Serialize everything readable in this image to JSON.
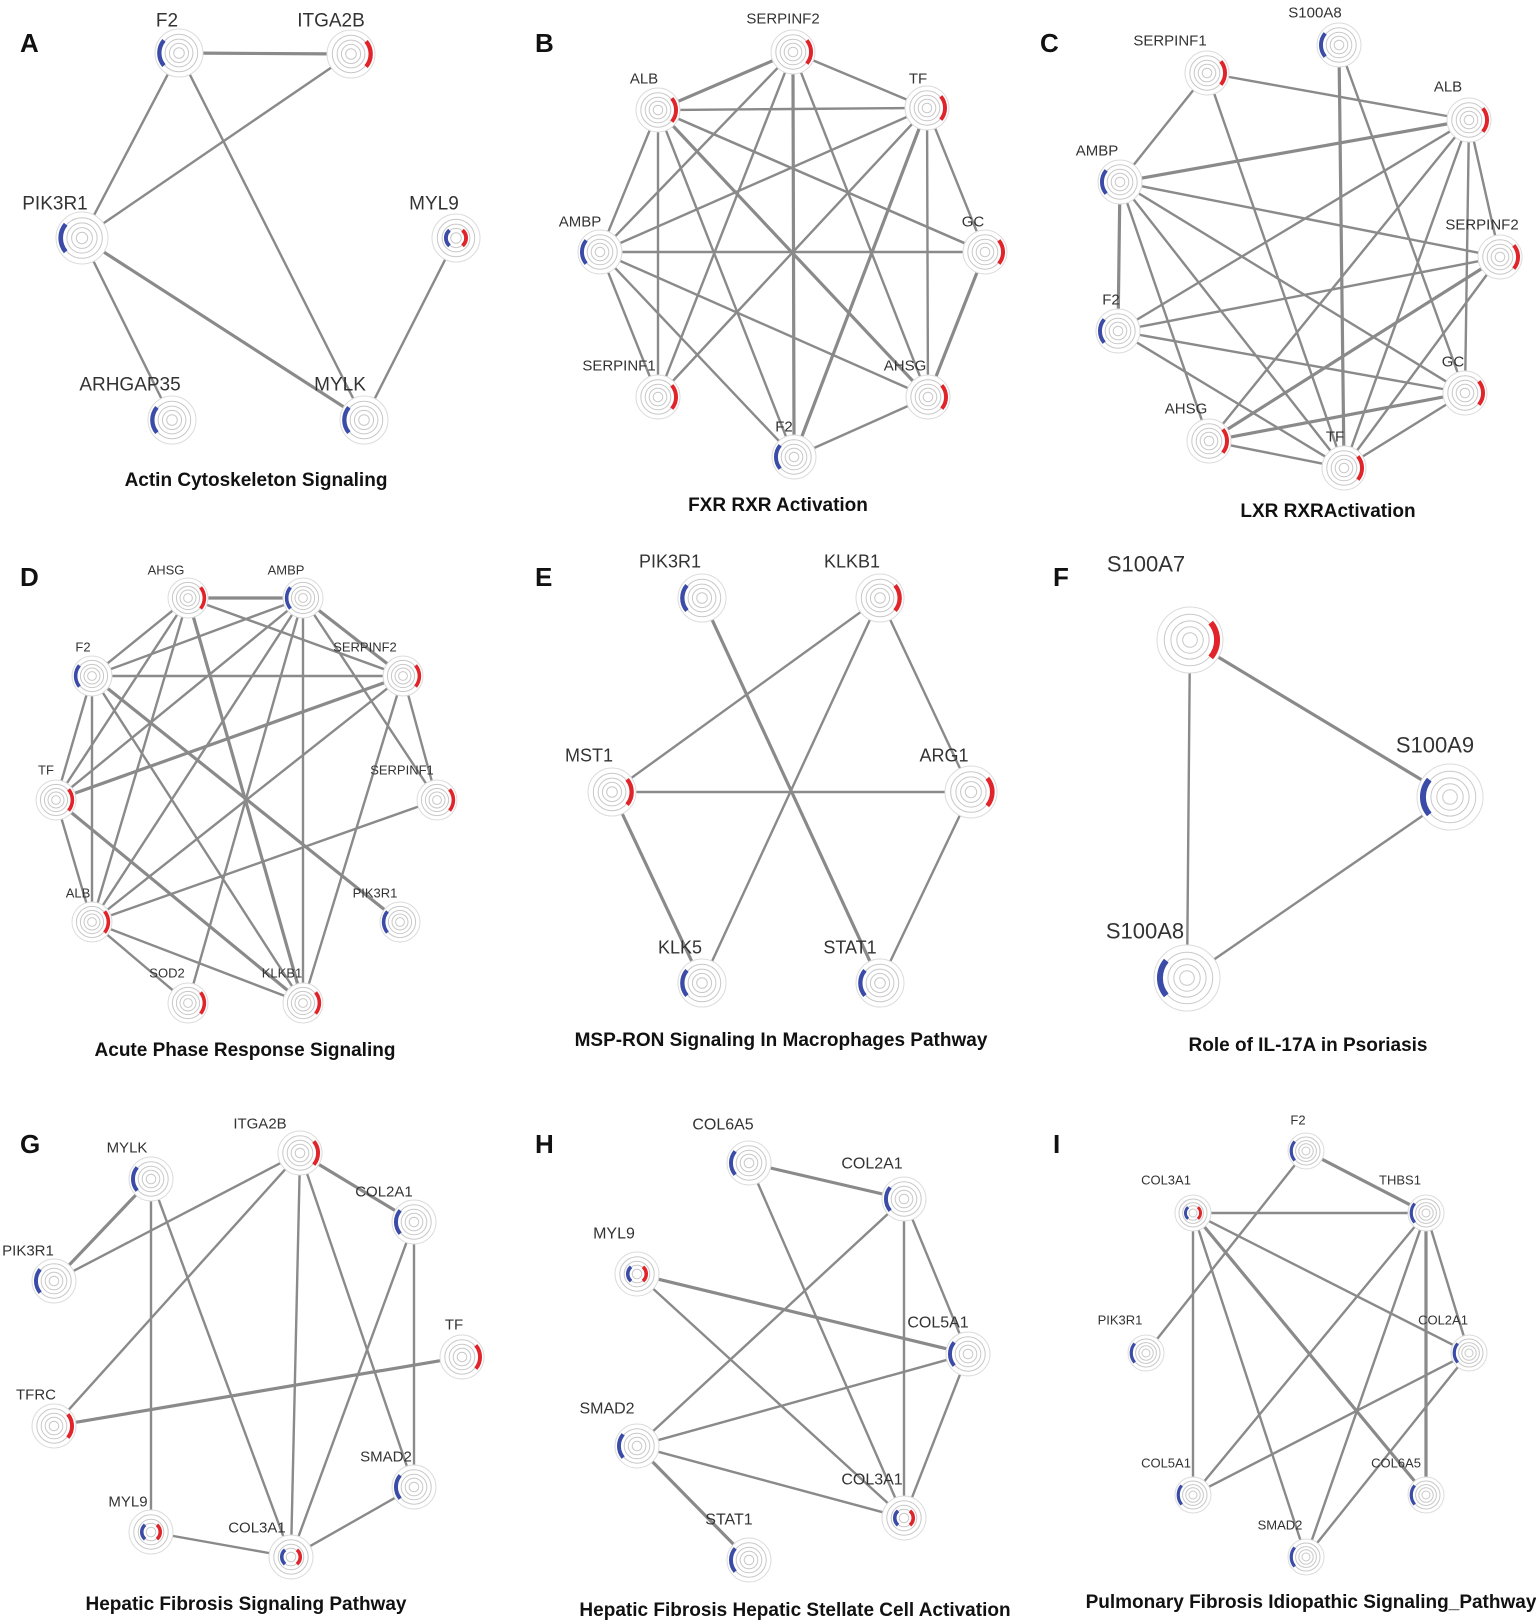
{
  "colors": {
    "down": "#3b4ba8",
    "up": "#e0242a",
    "edge": "#8a8a8a"
  },
  "panels": [
    {
      "letter": "A",
      "title": "Actin Cytoskeleton Signaling",
      "nodes": [
        {
          "label": "F2",
          "arcs": [
            "down"
          ]
        },
        {
          "label": "ITGA2B",
          "arcs": [
            "up"
          ]
        },
        {
          "label": "PIK3R1",
          "arcs": [
            "down"
          ]
        },
        {
          "label": "MYL9",
          "arcs": [
            "down",
            "up"
          ]
        },
        {
          "label": "ARHGAP35",
          "arcs": [
            "down"
          ]
        },
        {
          "label": "MYLK",
          "arcs": [
            "down"
          ]
        }
      ],
      "edges": [
        [
          0,
          1
        ],
        [
          0,
          2
        ],
        [
          0,
          5
        ],
        [
          1,
          2
        ],
        [
          2,
          4
        ],
        [
          2,
          5
        ],
        [
          3,
          5
        ]
      ]
    },
    {
      "letter": "B",
      "title": "FXR RXR Activation",
      "nodes": [
        {
          "label": "SERPINF2",
          "arcs": [
            "up"
          ]
        },
        {
          "label": "ALB",
          "arcs": [
            "up"
          ]
        },
        {
          "label": "TF",
          "arcs": [
            "up"
          ]
        },
        {
          "label": "AMBP",
          "arcs": [
            "down"
          ]
        },
        {
          "label": "GC",
          "arcs": [
            "up"
          ]
        },
        {
          "label": "SERPINF1",
          "arcs": [
            "up"
          ]
        },
        {
          "label": "AHSG",
          "arcs": [
            "up"
          ]
        },
        {
          "label": "F2",
          "arcs": [
            "down"
          ]
        }
      ],
      "edges": [
        [
          0,
          1
        ],
        [
          0,
          2
        ],
        [
          0,
          3
        ],
        [
          0,
          5
        ],
        [
          0,
          6
        ],
        [
          0,
          7
        ],
        [
          1,
          2
        ],
        [
          1,
          3
        ],
        [
          1,
          4
        ],
        [
          1,
          5
        ],
        [
          1,
          6
        ],
        [
          1,
          7
        ],
        [
          2,
          3
        ],
        [
          2,
          5
        ],
        [
          2,
          6
        ],
        [
          2,
          7
        ],
        [
          3,
          4
        ],
        [
          3,
          5
        ],
        [
          3,
          6
        ],
        [
          3,
          7
        ],
        [
          4,
          6
        ],
        [
          4,
          1
        ],
        [
          6,
          7
        ],
        [
          2,
          4
        ]
      ]
    },
    {
      "letter": "C",
      "title": "LXR RXRActivation",
      "nodes": [
        {
          "label": "S100A8",
          "arcs": [
            "down"
          ]
        },
        {
          "label": "SERPINF1",
          "arcs": [
            "up"
          ]
        },
        {
          "label": "ALB",
          "arcs": [
            "up"
          ]
        },
        {
          "label": "AMBP",
          "arcs": [
            "down"
          ]
        },
        {
          "label": "SERPINF2",
          "arcs": [
            "up"
          ]
        },
        {
          "label": "F2",
          "arcs": [
            "down"
          ]
        },
        {
          "label": "GC",
          "arcs": [
            "up"
          ]
        },
        {
          "label": "AHSG",
          "arcs": [
            "up"
          ]
        },
        {
          "label": "TF",
          "arcs": [
            "up"
          ]
        }
      ],
      "edges": [
        [
          0,
          8
        ],
        [
          0,
          6
        ],
        [
          1,
          3
        ],
        [
          1,
          2
        ],
        [
          1,
          8
        ],
        [
          2,
          3
        ],
        [
          2,
          5
        ],
        [
          2,
          7
        ],
        [
          2,
          8
        ],
        [
          2,
          6
        ],
        [
          3,
          5
        ],
        [
          3,
          7
        ],
        [
          3,
          8
        ],
        [
          3,
          6
        ],
        [
          3,
          4
        ],
        [
          4,
          7
        ],
        [
          4,
          8
        ],
        [
          4,
          5
        ],
        [
          5,
          6
        ],
        [
          5,
          8
        ],
        [
          6,
          7
        ],
        [
          6,
          8
        ],
        [
          7,
          8
        ],
        [
          2,
          4
        ]
      ]
    },
    {
      "letter": "D",
      "title": "Acute Phase Response Signaling",
      "nodes": [
        {
          "label": "AHSG",
          "arcs": [
            "up"
          ]
        },
        {
          "label": "AMBP",
          "arcs": [
            "down"
          ]
        },
        {
          "label": "F2",
          "arcs": [
            "down"
          ]
        },
        {
          "label": "SERPINF2",
          "arcs": [
            "up"
          ]
        },
        {
          "label": "TF",
          "arcs": [
            "up"
          ]
        },
        {
          "label": "SERPINF1",
          "arcs": [
            "up"
          ]
        },
        {
          "label": "ALB",
          "arcs": [
            "up"
          ]
        },
        {
          "label": "PIK3R1",
          "arcs": [
            "down"
          ]
        },
        {
          "label": "SOD2",
          "arcs": [
            "up"
          ]
        },
        {
          "label": "KLKB1",
          "arcs": [
            "up"
          ]
        }
      ],
      "edges": [
        [
          0,
          1
        ],
        [
          0,
          2
        ],
        [
          0,
          3
        ],
        [
          0,
          4
        ],
        [
          0,
          6
        ],
        [
          0,
          9
        ],
        [
          1,
          2
        ],
        [
          1,
          4
        ],
        [
          1,
          6
        ],
        [
          1,
          9
        ],
        [
          1,
          3
        ],
        [
          1,
          8
        ],
        [
          2,
          3
        ],
        [
          2,
          6
        ],
        [
          2,
          9
        ],
        [
          3,
          4
        ],
        [
          3,
          6
        ],
        [
          3,
          9
        ],
        [
          3,
          5
        ],
        [
          4,
          6
        ],
        [
          4,
          9
        ],
        [
          4,
          3
        ],
        [
          6,
          5
        ],
        [
          6,
          8
        ],
        [
          6,
          9
        ],
        [
          2,
          7
        ],
        [
          1,
          5
        ],
        [
          2,
          4
        ]
      ]
    },
    {
      "letter": "E",
      "title": "MSP-RON Signaling In Macrophages Pathway",
      "nodes": [
        {
          "label": "PIK3R1",
          "arcs": [
            "down"
          ]
        },
        {
          "label": "KLKB1",
          "arcs": [
            "up"
          ]
        },
        {
          "label": "MST1",
          "arcs": [
            "up"
          ]
        },
        {
          "label": "ARG1",
          "arcs": [
            "up"
          ]
        },
        {
          "label": "KLK5",
          "arcs": [
            "down"
          ]
        },
        {
          "label": "STAT1",
          "arcs": [
            "down"
          ]
        }
      ],
      "edges": [
        [
          0,
          5
        ],
        [
          1,
          2
        ],
        [
          1,
          3
        ],
        [
          1,
          4
        ],
        [
          2,
          3
        ],
        [
          2,
          4
        ],
        [
          3,
          5
        ]
      ]
    },
    {
      "letter": "F",
      "title": "Role of IL-17A in Psoriasis",
      "nodes": [
        {
          "label": "S100A7",
          "arcs": [
            "up"
          ]
        },
        {
          "label": "S100A9",
          "arcs": [
            "down"
          ]
        },
        {
          "label": "S100A8",
          "arcs": [
            "down"
          ]
        }
      ],
      "edges": [
        [
          0,
          1
        ],
        [
          0,
          2
        ],
        [
          1,
          2
        ]
      ]
    },
    {
      "letter": "G",
      "title": "Hepatic Fibrosis Signaling Pathway",
      "nodes": [
        {
          "label": "ITGA2B",
          "arcs": [
            "up"
          ]
        },
        {
          "label": "MYLK",
          "arcs": [
            "down"
          ]
        },
        {
          "label": "COL2A1",
          "arcs": [
            "down"
          ]
        },
        {
          "label": "PIK3R1",
          "arcs": [
            "down"
          ]
        },
        {
          "label": "TF",
          "arcs": [
            "up"
          ]
        },
        {
          "label": "TFRC",
          "arcs": [
            "up"
          ]
        },
        {
          "label": "SMAD2",
          "arcs": [
            "down"
          ]
        },
        {
          "label": "MYL9",
          "arcs": [
            "down",
            "up"
          ]
        },
        {
          "label": "COL3A1",
          "arcs": [
            "down",
            "up"
          ]
        }
      ],
      "edges": [
        [
          0,
          2
        ],
        [
          0,
          3
        ],
        [
          0,
          5
        ],
        [
          0,
          8
        ],
        [
          0,
          6
        ],
        [
          1,
          3
        ],
        [
          1,
          7
        ],
        [
          1,
          8
        ],
        [
          2,
          8
        ],
        [
          2,
          6
        ],
        [
          4,
          5
        ],
        [
          6,
          8
        ],
        [
          7,
          8
        ]
      ]
    },
    {
      "letter": "H",
      "title": "Hepatic Fibrosis Hepatic Stellate Cell Activation",
      "nodes": [
        {
          "label": "COL6A5",
          "arcs": [
            "down"
          ]
        },
        {
          "label": "COL2A1",
          "arcs": [
            "down"
          ]
        },
        {
          "label": "MYL9",
          "arcs": [
            "down",
            "up"
          ]
        },
        {
          "label": "COL5A1",
          "arcs": [
            "down"
          ]
        },
        {
          "label": "SMAD2",
          "arcs": [
            "down"
          ]
        },
        {
          "label": "COL3A1",
          "arcs": [
            "down",
            "up"
          ]
        },
        {
          "label": "STAT1",
          "arcs": [
            "down"
          ]
        }
      ],
      "edges": [
        [
          0,
          1
        ],
        [
          0,
          5
        ],
        [
          1,
          3
        ],
        [
          1,
          4
        ],
        [
          1,
          5
        ],
        [
          2,
          3
        ],
        [
          2,
          5
        ],
        [
          3,
          4
        ],
        [
          3,
          5
        ],
        [
          4,
          5
        ],
        [
          4,
          6
        ]
      ]
    },
    {
      "letter": "I",
      "title": "Pulmonary Fibrosis Idiopathic Signaling_Pathway",
      "nodes": [
        {
          "label": "F2",
          "arcs": [
            "down"
          ]
        },
        {
          "label": "COL3A1",
          "arcs": [
            "down",
            "up"
          ]
        },
        {
          "label": "THBS1",
          "arcs": [
            "down"
          ]
        },
        {
          "label": "PIK3R1",
          "arcs": [
            "down"
          ]
        },
        {
          "label": "COL2A1",
          "arcs": [
            "down"
          ]
        },
        {
          "label": "COL5A1",
          "arcs": [
            "down"
          ]
        },
        {
          "label": "COL6A5",
          "arcs": [
            "down"
          ]
        },
        {
          "label": "SMAD2",
          "arcs": [
            "down"
          ]
        }
      ],
      "edges": [
        [
          0,
          2
        ],
        [
          0,
          3
        ],
        [
          1,
          2
        ],
        [
          1,
          4
        ],
        [
          1,
          5
        ],
        [
          1,
          6
        ],
        [
          1,
          7
        ],
        [
          2,
          5
        ],
        [
          2,
          7
        ],
        [
          2,
          4
        ],
        [
          2,
          6
        ],
        [
          4,
          5
        ],
        [
          4,
          7
        ]
      ]
    }
  ]
}
